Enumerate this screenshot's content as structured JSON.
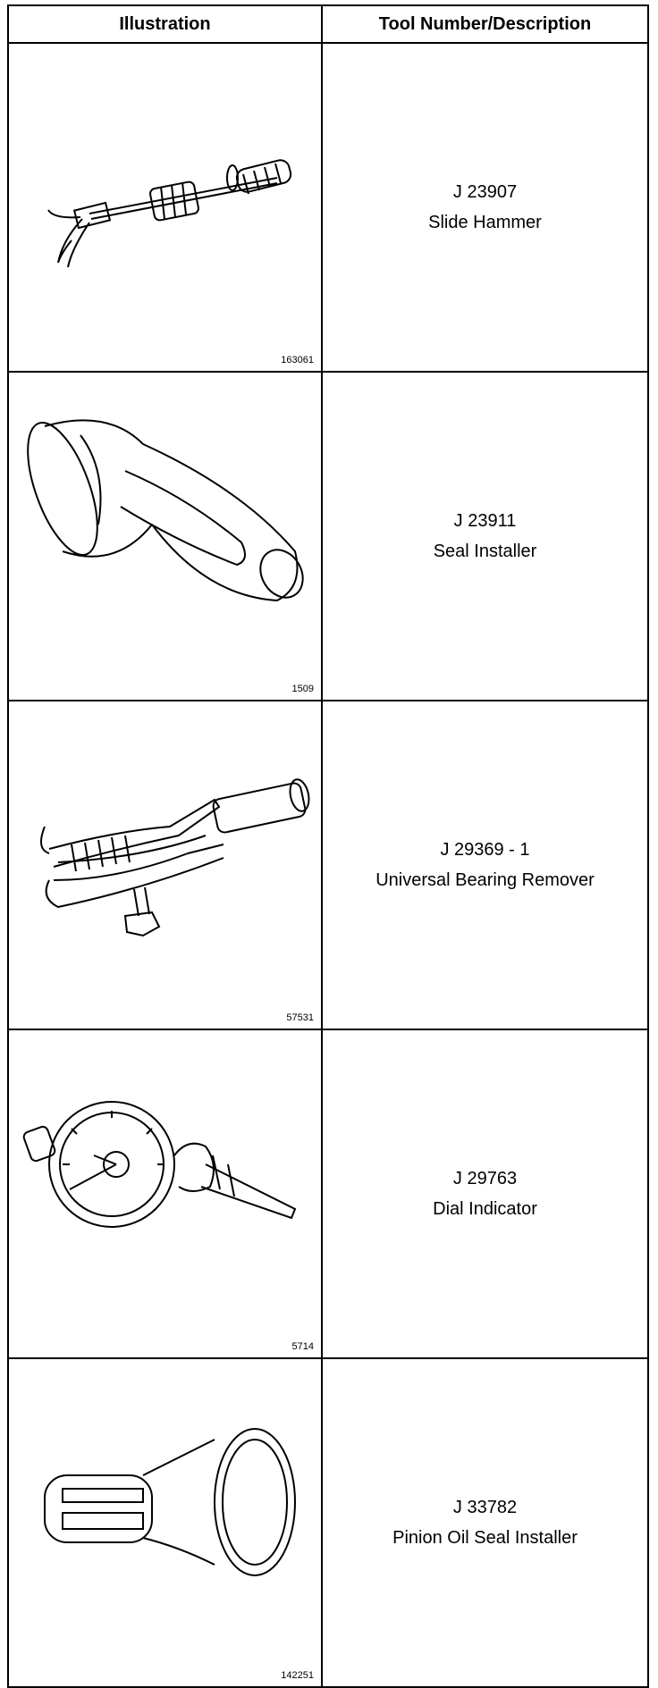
{
  "header": {
    "illustration": "Illustration",
    "tool": "Tool Number/Description"
  },
  "rows": [
    {
      "fig": "163061",
      "number": "J 23907",
      "description": "Slide Hammer",
      "icon": "slide-hammer-icon"
    },
    {
      "fig": "1509",
      "number": "J 23911",
      "description": "Seal Installer",
      "icon": "seal-installer-icon"
    },
    {
      "fig": "57531",
      "number": "J 29369 - 1",
      "description": "Universal Bearing Remover",
      "icon": "bearing-remover-icon"
    },
    {
      "fig": "5714",
      "number": "J 29763",
      "description": "Dial Indicator",
      "icon": "dial-indicator-icon"
    },
    {
      "fig": "142251",
      "number": "J 33782",
      "description": "Pinion Oil Seal Installer",
      "icon": "pinion-seal-installer-icon"
    }
  ]
}
